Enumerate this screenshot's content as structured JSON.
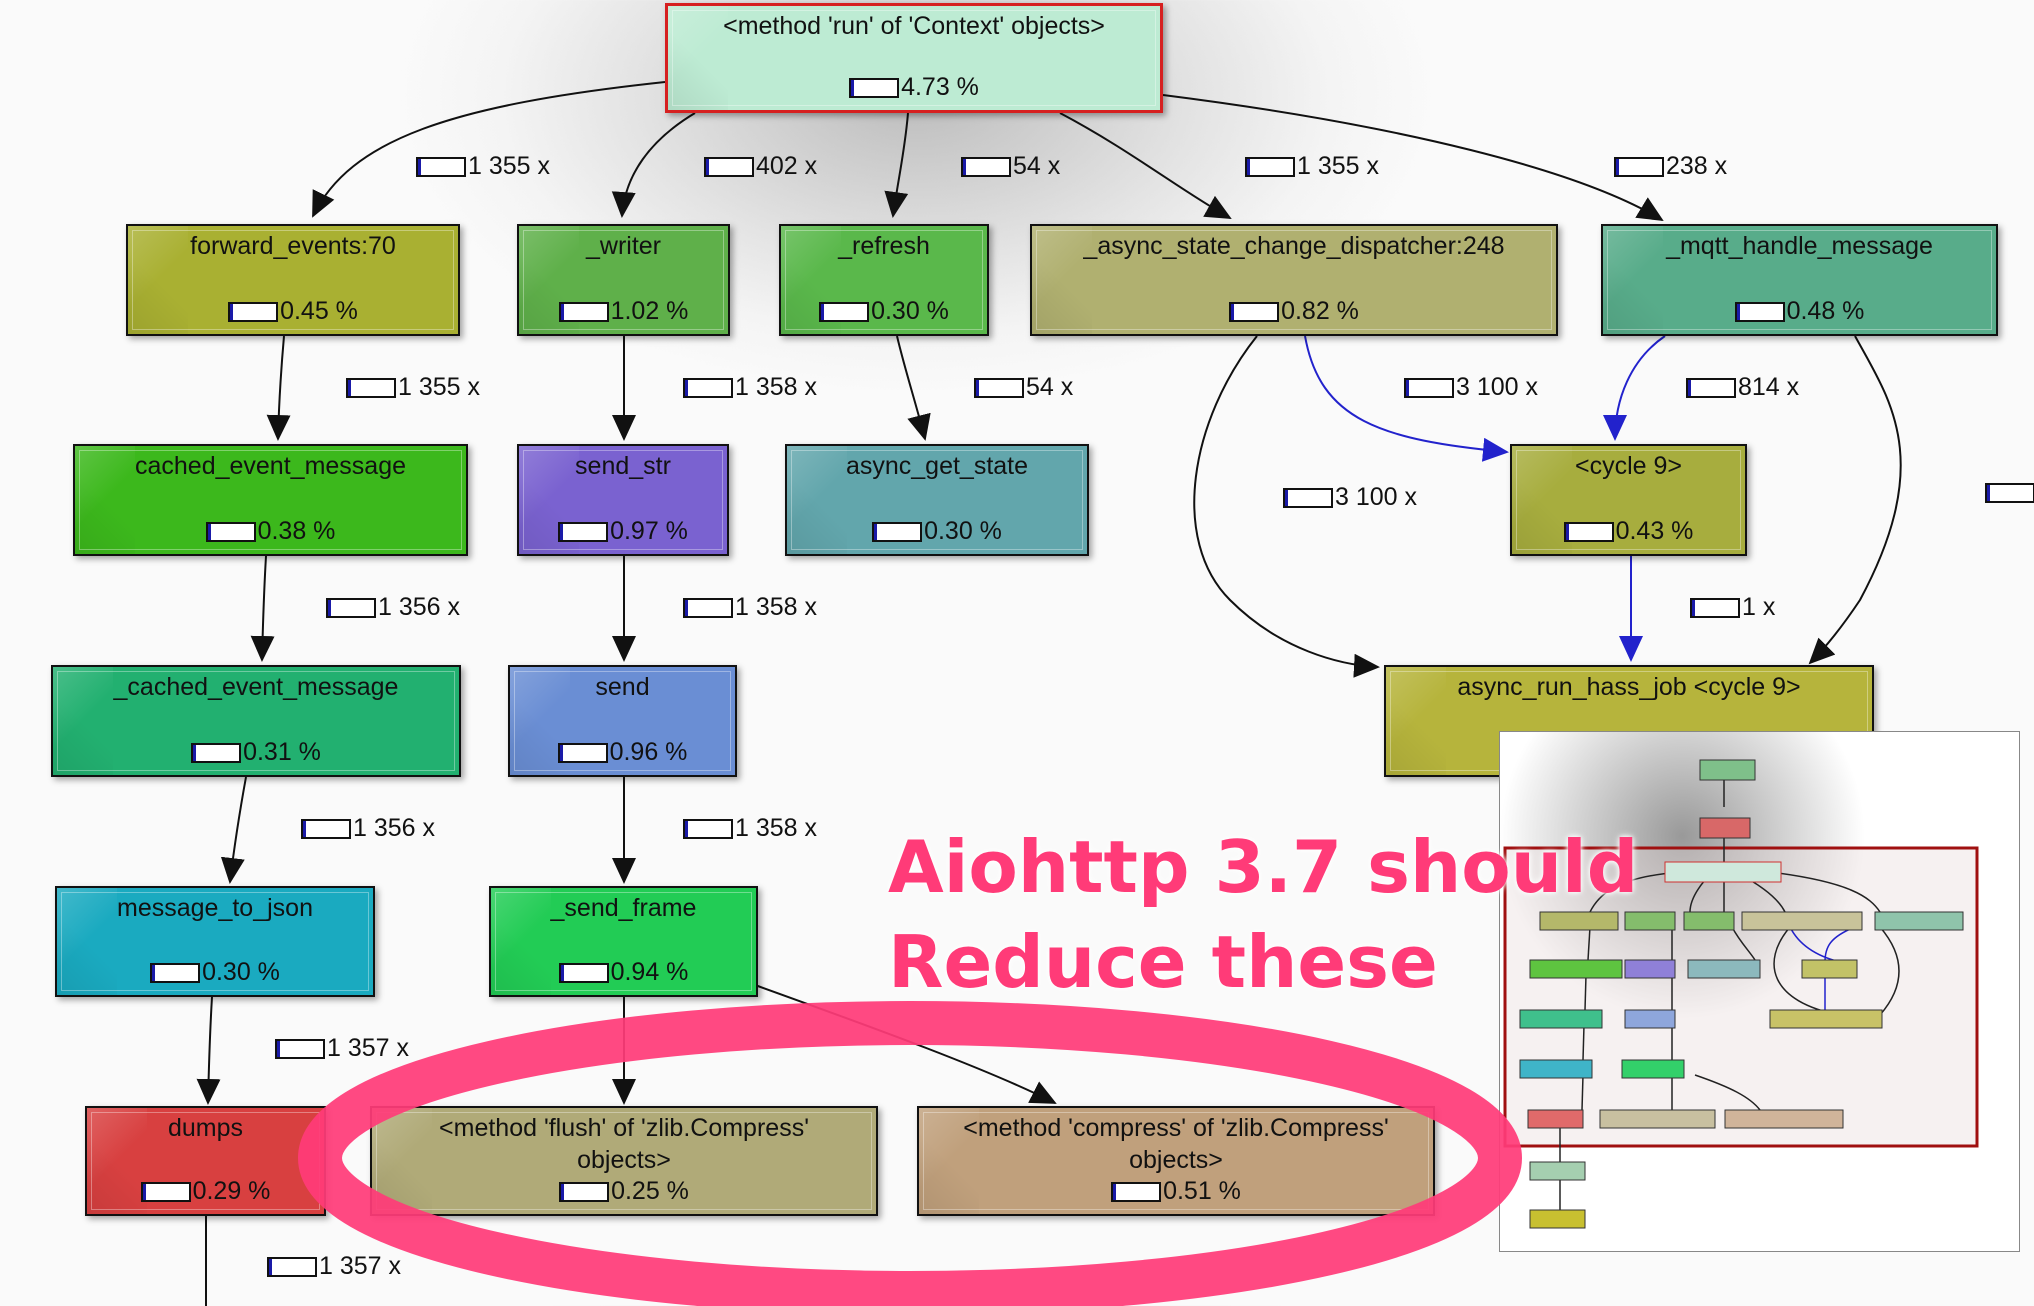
{
  "nodes": {
    "run": {
      "label": "<method 'run' of 'Context' objects>",
      "pct": "4.73 %",
      "color": "#bdebd3"
    },
    "forward_events": {
      "label": "forward_events:70",
      "pct": "0.45 %",
      "color": "#a9b032"
    },
    "writer": {
      "label": "_writer",
      "pct": "1.02 %",
      "color": "#5fb04a"
    },
    "refresh": {
      "label": "_refresh",
      "pct": "0.30 %",
      "color": "#5ab84b"
    },
    "async_state": {
      "label": "_async_state_change_dispatcher:248",
      "pct": "0.82 %",
      "color": "#b0b070"
    },
    "mqtt": {
      "label": "_mqtt_handle_message",
      "pct": "0.48 %",
      "color": "#58ac8a"
    },
    "cached_event_message": {
      "label": "cached_event_message",
      "pct": "0.38 %",
      "color": "#3cb81c"
    },
    "send_str": {
      "label": "send_str",
      "pct": "0.97 %",
      "color": "#7a62d0"
    },
    "async_get_state": {
      "label": "async_get_state",
      "pct": "0.30 %",
      "color": "#62a6ac"
    },
    "cycle9": {
      "label": "<cycle 9>",
      "pct": "0.43 %",
      "color": "#a7ad3e"
    },
    "_cached_event_message": {
      "label": "_cached_event_message",
      "pct": "0.31 %",
      "color": "#22b070"
    },
    "send": {
      "label": "send",
      "pct": "0.96 %",
      "color": "#6a8ed4"
    },
    "async_run_hass_job": {
      "label": "async_run_hass_job <cycle 9>",
      "pct": "",
      "color": "#b6b43c"
    },
    "message_to_json": {
      "label": "message_to_json",
      "pct": "0.30 %",
      "color": "#1aaac0"
    },
    "send_frame": {
      "label": "_send_frame",
      "pct": "0.94 %",
      "color": "#22cc55"
    },
    "dumps": {
      "label": "dumps",
      "pct": "0.29 %",
      "color": "#d84040"
    },
    "flush": {
      "label": "<method 'flush' of 'zlib.Compress'\nobjects>",
      "pct": "0.25 %",
      "color": "#b0aa78"
    },
    "compress": {
      "label": "<method 'compress' of 'zlib.Compress'\nobjects>",
      "pct": "0.51 %",
      "color": "#c0a07c"
    }
  },
  "call_counts": [
    "1 355 x",
    "402 x",
    "54 x",
    "1 355 x",
    "238 x",
    "1 355 x",
    "1 358 x",
    "54 x",
    "3 100 x",
    "814 x",
    "3 100 x",
    "",
    "1 356 x",
    "1 358 x",
    "1 x",
    "1 356 x",
    "1 358 x",
    "1 357 x",
    "1 357 x"
  ],
  "annotation": {
    "line1": "Aiohttp 3.7 should",
    "line2": "Reduce these",
    "color": "#ff3b78"
  },
  "edge_color_cycle": "#2222cc"
}
